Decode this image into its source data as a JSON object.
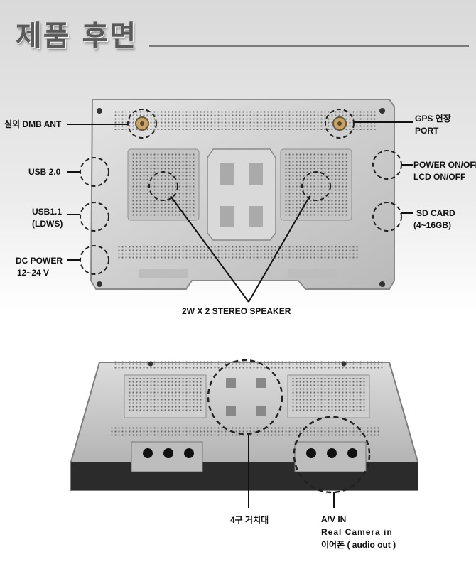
{
  "title": "제품 후면",
  "labels": {
    "dmb_ant": "실외 DMB ANT",
    "usb20": "USB 2.0",
    "usb11_line1": "USB1.1",
    "usb11_line2": "(LDWS)",
    "dc_line1": "DC POWER",
    "dc_line2": "12~24 V",
    "gps_line1": "GPS 연장",
    "gps_line2": "PORT",
    "power_line1": "POWER ON/OFF",
    "power_line2": "LCD ON/OFF",
    "sd_line1": "SD CARD",
    "sd_line2": "(4~16GB)",
    "speaker": "2W X 2 STEREO SPEAKER",
    "mount": "4구 거치대",
    "av_line1": "A/V IN",
    "av_line2": "Real Camera in",
    "av_line3": "이어폰 ( audio out )"
  }
}
